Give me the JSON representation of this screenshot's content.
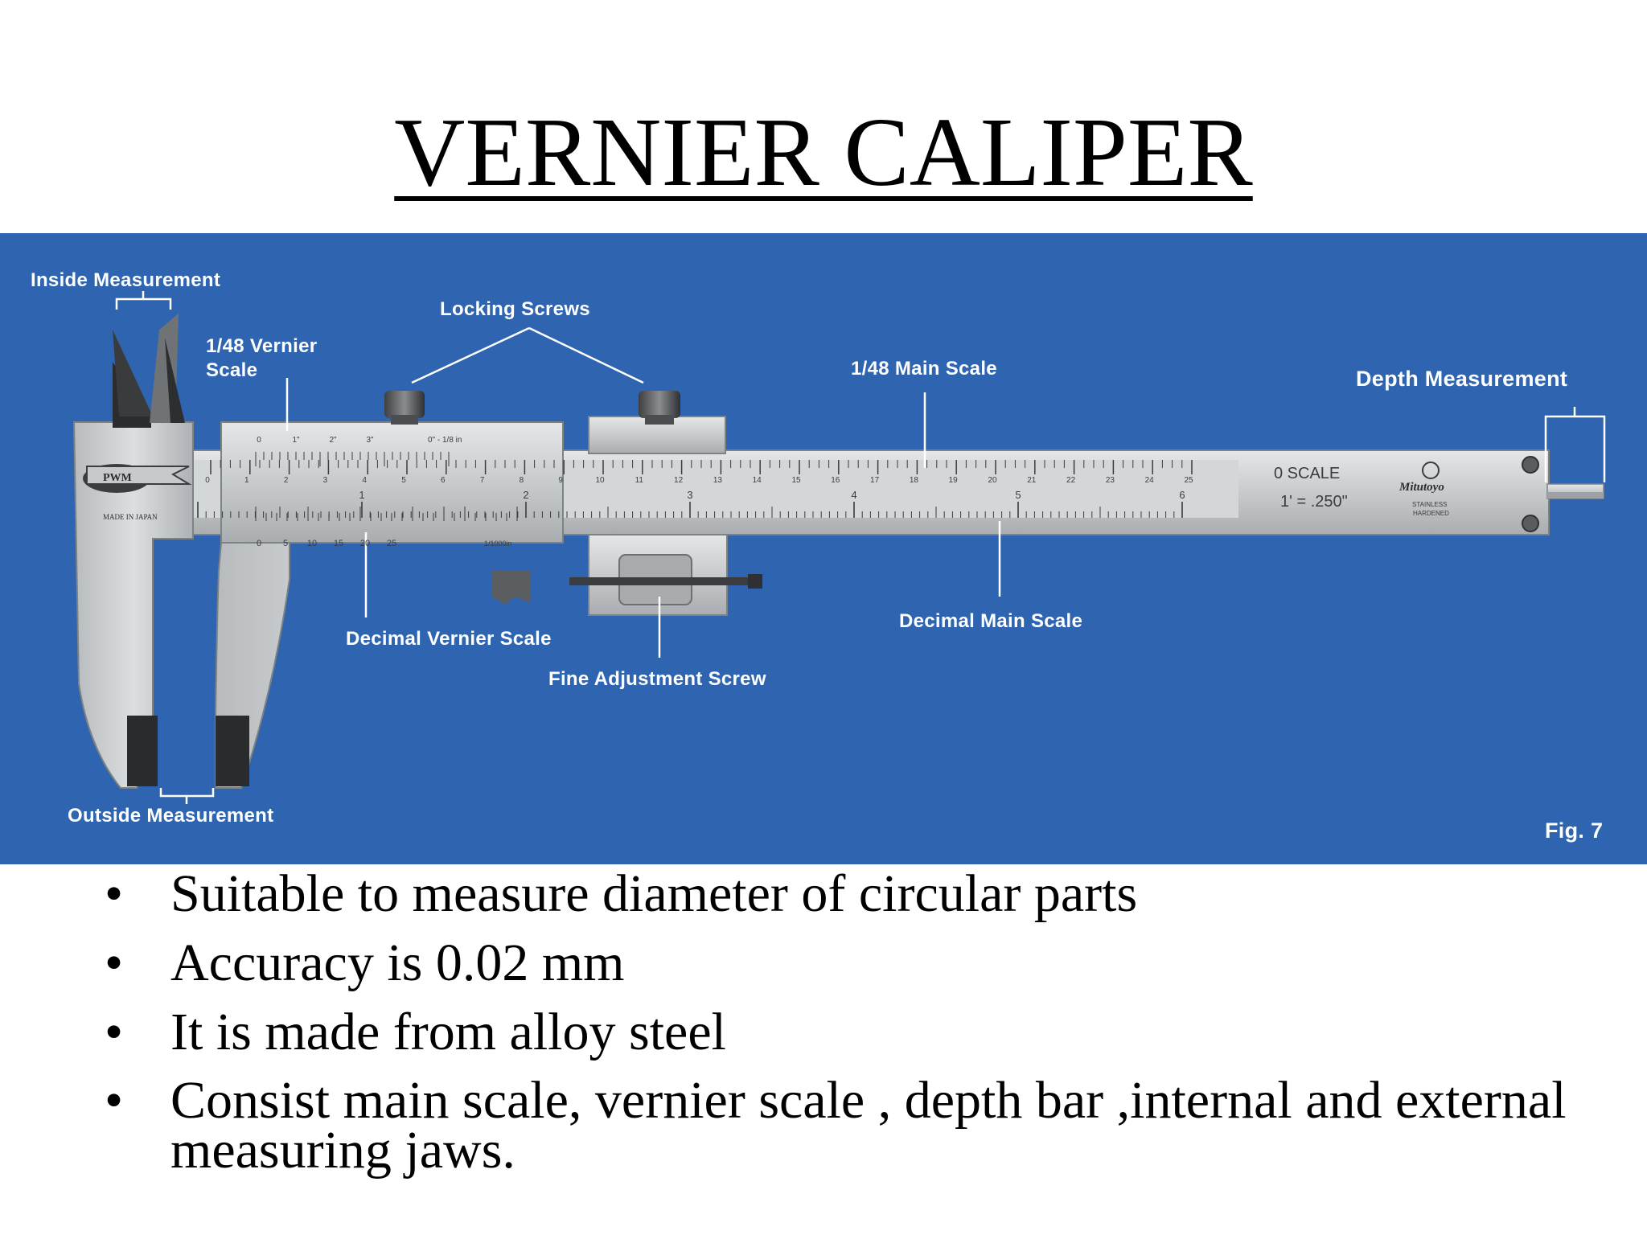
{
  "title": "VERNIER CALIPER",
  "colors": {
    "photo_background": "#2e64b0",
    "steel": "#c9ccce",
    "label": "#ffffff"
  },
  "figure": {
    "labels": {
      "inside_measurement": "Inside Measurement",
      "vernier_148_line1": "1/48 Vernier",
      "vernier_148_line2": "Scale",
      "locking_screws": "Locking Screws",
      "main_scale_148": "1/48 Main Scale",
      "depth_measurement": "Depth Measurement",
      "decimal_vernier_scale": "Decimal Vernier Scale",
      "fine_adjustment_screw": "Fine Adjustment Screw",
      "decimal_main_scale": "Decimal Main Scale",
      "outside_measurement": "Outside Measurement",
      "fig_number": "Fig. 7"
    },
    "tool_markings": {
      "brand_badge": "PWM",
      "made_in": "MADE IN JAPAN",
      "scale_line1": "0 SCALE",
      "scale_line2": "1' = .250\"",
      "maker": "Mitutoyo",
      "stainless": "STAINLESS",
      "hardened": "HARDENED",
      "vernier_top": [
        "0",
        "1\"",
        "2\"",
        "3\"",
        "0\" - 1/8 in"
      ],
      "vernier_bottom": [
        "0",
        "5",
        "10",
        "15",
        "20",
        "25",
        "1/1000in"
      ],
      "main_top_numbers": [
        "0",
        "1",
        "2",
        "3",
        "4",
        "5",
        "6",
        "7",
        "8",
        "9",
        "10",
        "11",
        "12",
        "13",
        "14",
        "15",
        "16",
        "17",
        "18",
        "19",
        "20",
        "21",
        "22",
        "23",
        "24",
        "25"
      ],
      "main_bottom_numbers": [
        "1",
        "2",
        "3",
        "4",
        "5",
        "6"
      ]
    }
  },
  "bullets": [
    "Suitable to measure diameter of circular parts",
    "Accuracy is 0.02 mm",
    "It is made from alloy steel",
    "Consist main scale, vernier scale , depth bar ,internal and external measuring jaws."
  ],
  "bullet_char": "•"
}
